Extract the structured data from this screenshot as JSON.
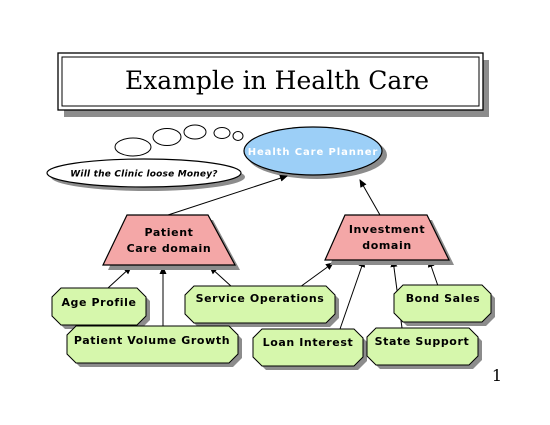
{
  "title": "Example in Health Care",
  "page_number": "1",
  "thought": {
    "text": "Will the Clinic loose Money?"
  },
  "planner": {
    "label": "Health Care Planner"
  },
  "domains": {
    "patient": {
      "line1": "Patient",
      "line2": "Care domain"
    },
    "investment": {
      "line1": "Investment",
      "line2": "domain"
    }
  },
  "factors": {
    "age_profile": "Age Profile",
    "service_operations": "Service Operations",
    "bond_sales": "Bond Sales",
    "patient_volume_growth": "Patient Volume Growth",
    "loan_interest": "Loan Interest",
    "state_support": "State Support"
  },
  "colors": {
    "planner_fill": "#9ccff7",
    "domain_fill": "#f4a7a7",
    "factor_fill": "#d6f7ac",
    "shadow": "#8c8c8c"
  }
}
